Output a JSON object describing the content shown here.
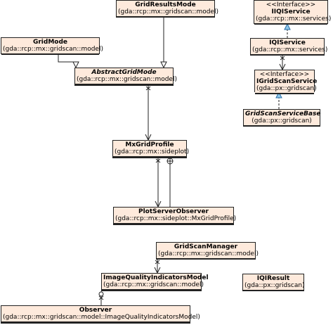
{
  "classes": {
    "grid_results_mode": {
      "name": "GridResultsMode",
      "package": "(gda::rcp::mx::gridscan::model)"
    },
    "grid_mode": {
      "name": "GridMode",
      "package": "(gda::rcp::mx::gridscan::model)"
    },
    "abstract_grid_mode": {
      "name": "AbstractGridMode",
      "package": "(gda::rcp::mx::gridscan::model)"
    },
    "mx_grid_profile": {
      "name": "MxGridProfile",
      "package": "(gda::rcp::mx::sideplot)"
    },
    "plot_server_observer": {
      "name": "PlotServerObserver",
      "package": "(gda::rcp::mx::sideplot::MxGridProfile)"
    },
    "iiqi_service": {
      "stereotype": "<<Interface>>",
      "name": "IIQIService",
      "package": "(gda::rcp::mx::services)"
    },
    "iqi_service": {
      "name": "IQIService",
      "package": "(gda::rcp::mx::services)"
    },
    "igrid_scan_service": {
      "stereotype": "<<Interface>>",
      "name": "IGridScanService",
      "package": "(gda::px::gridscan)"
    },
    "grid_scan_service_base": {
      "name": "GridScanServiceBase",
      "package": "(gda::px::gridscan)"
    },
    "grid_scan_manager": {
      "name": "GridScanManager",
      "package": "(gda::rcp::mx::gridscan::model)"
    },
    "image_quality_indicators_model": {
      "name": "ImageQualityIndicatorsModel",
      "package": "(gda::rcp::mx::gridscan::model)"
    },
    "observer": {
      "name": "Observer",
      "package": "(gda::rcp::mx::gridscan::model::ImageQualityIndicatorsModel)"
    },
    "iqi_result": {
      "name": "IQIResult",
      "package": "(gda::px::gridscan)"
    }
  },
  "colors": {
    "header_fill": "#feeadc",
    "border": "#222222"
  }
}
